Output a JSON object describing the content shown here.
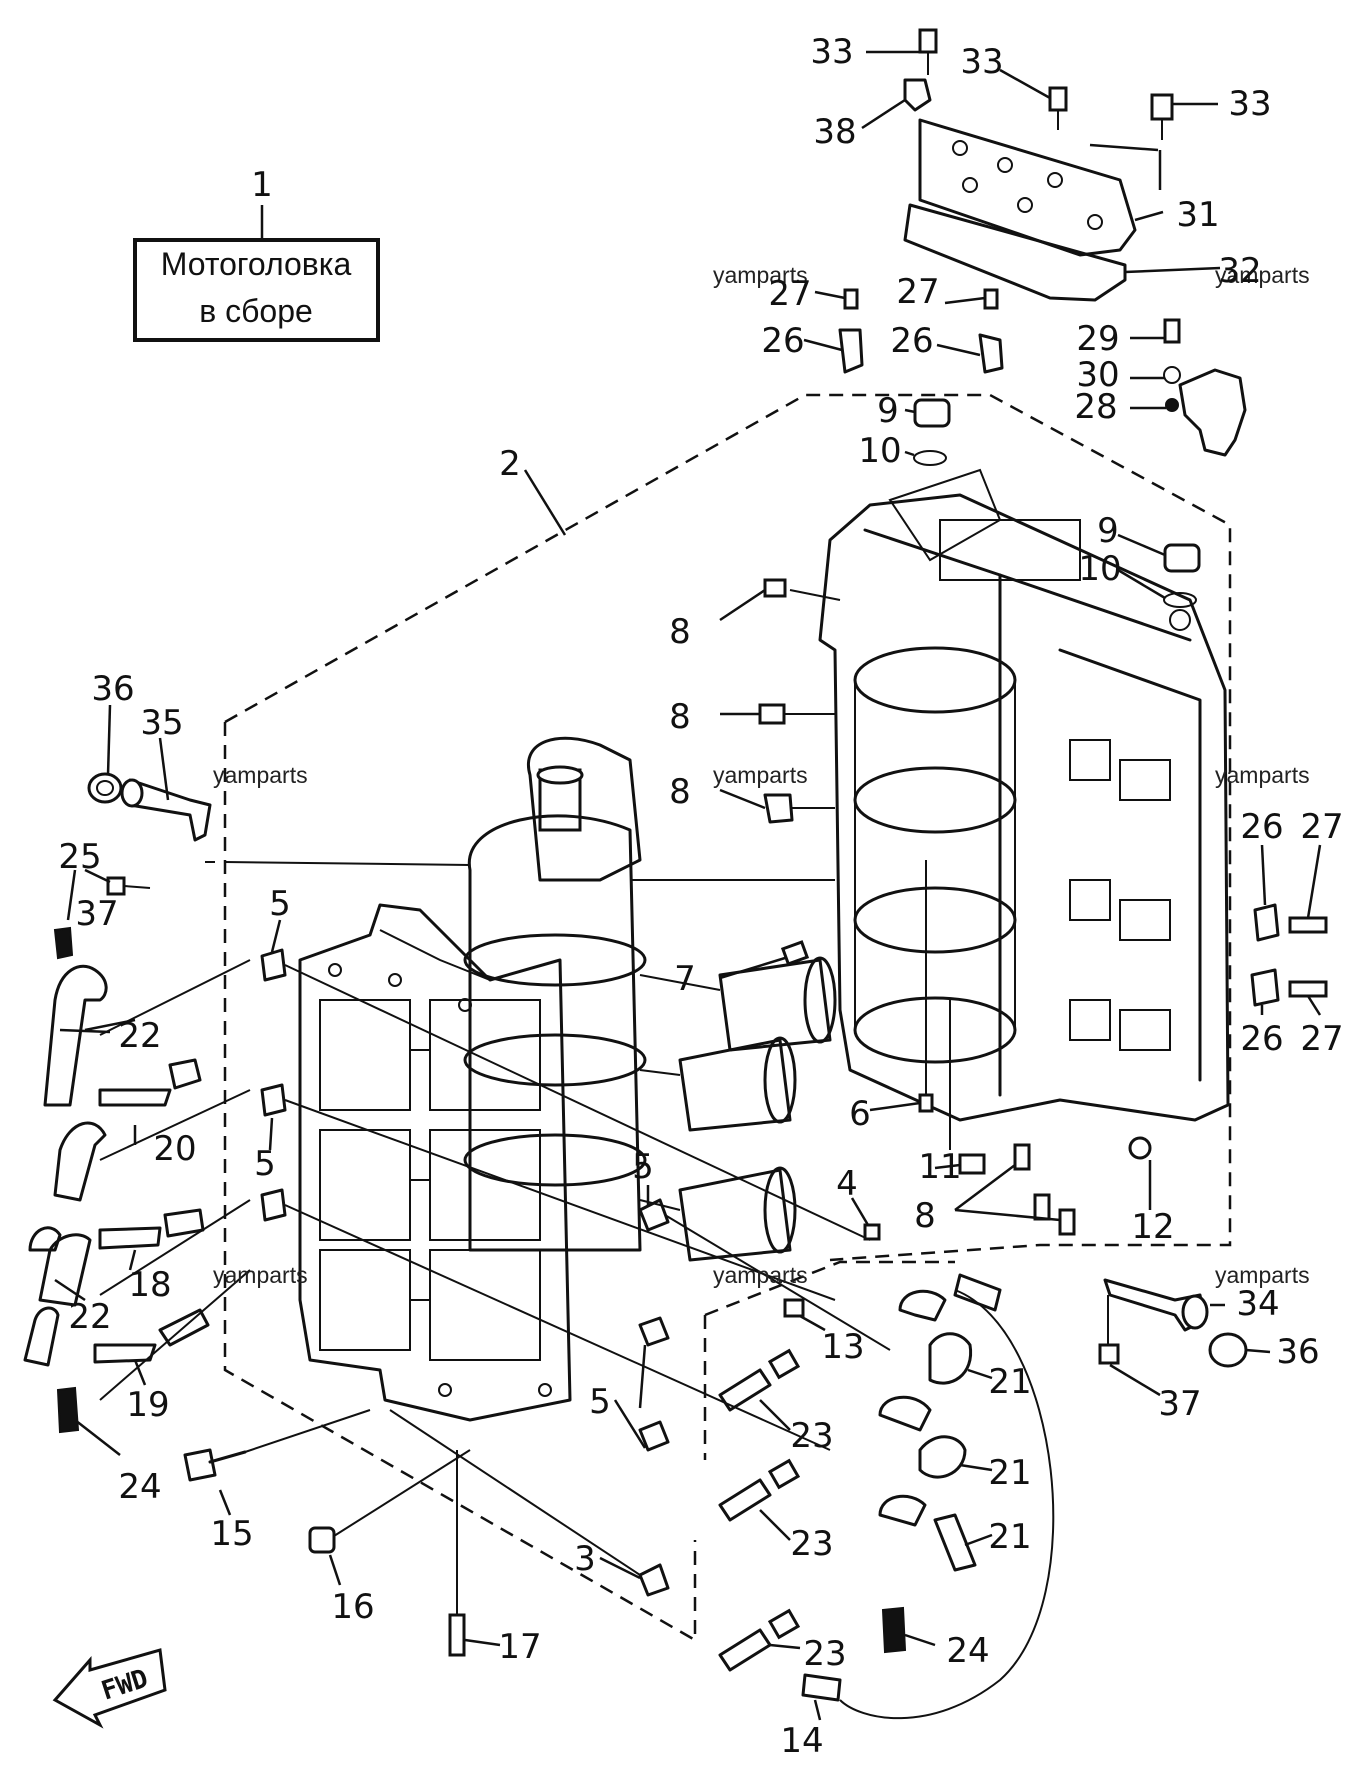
{
  "title_box": {
    "line1": "Мотоголовка",
    "line2": "в сборе"
  },
  "fwd_label": "FWD",
  "watermark": "yamparts",
  "callouts": [
    "1",
    "2",
    "3",
    "4",
    "5",
    "6",
    "7",
    "8",
    "9",
    "10",
    "11",
    "12",
    "13",
    "14",
    "15",
    "16",
    "17",
    "18",
    "19",
    "20",
    "21",
    "22",
    "23",
    "24",
    "25",
    "26",
    "27",
    "28",
    "29",
    "30",
    "31",
    "32",
    "33",
    "34",
    "35",
    "36",
    "37",
    "38"
  ]
}
